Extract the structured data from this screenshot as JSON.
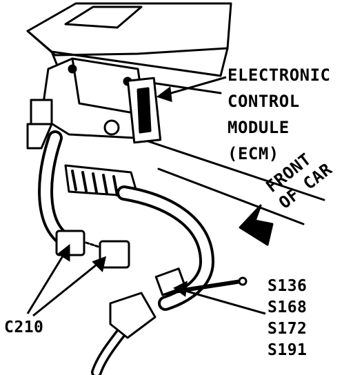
{
  "labels": {
    "ecm": [
      "ELECTRONIC",
      "CONTROL",
      "MODULE",
      "(ECM)"
    ],
    "front_of_car": [
      "FRONT",
      "OF CAR"
    ],
    "splices": [
      "S136",
      "S168",
      "S172",
      "S191"
    ],
    "connector": "C210"
  },
  "colors": {
    "ink": "#000000",
    "paper": "#ffffff"
  }
}
